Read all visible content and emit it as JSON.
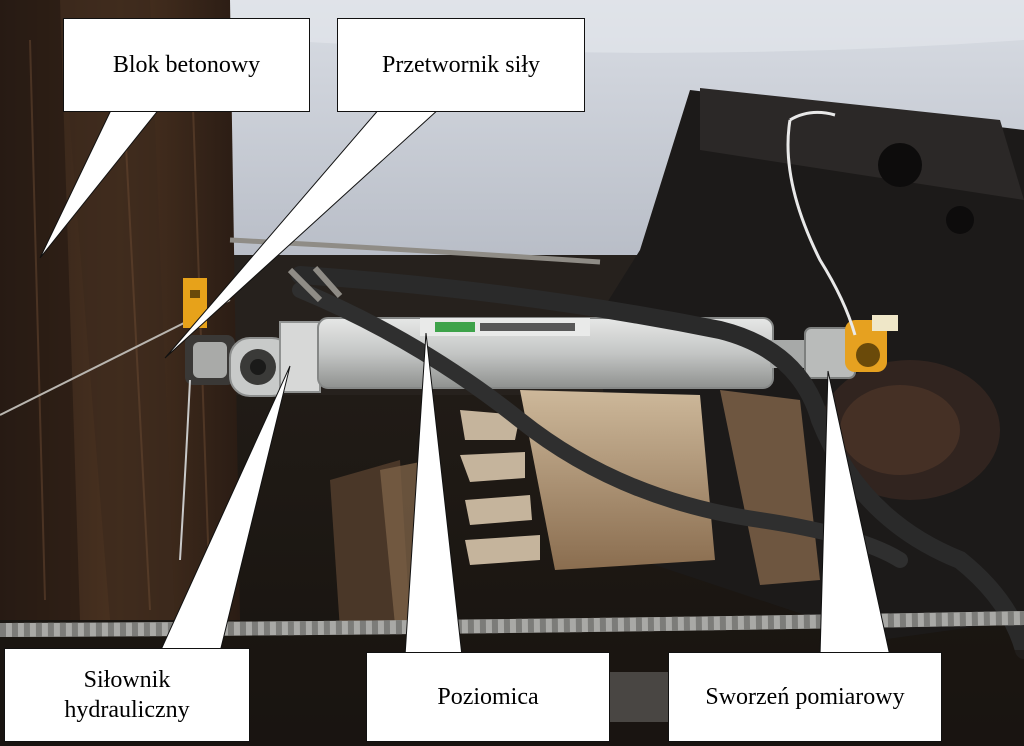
{
  "labels": {
    "blok": "Blok betonowy",
    "przetwornik": "Przetwornik siły",
    "silownik": "Siłownik\nhydrauliczny",
    "poziomica": "Poziomica",
    "sworzen": "Sworzeń pomiarowy"
  },
  "colors": {
    "label_bg": "#ffffff",
    "label_text": "#000000",
    "tarp": "#c9cdd6",
    "cylinder": "#c7c9c8",
    "hose": "#2a2a2a",
    "timber": "#5a3a24",
    "steel_plate": "#1c1a19",
    "sensor_yellow": "#e7a21a"
  }
}
